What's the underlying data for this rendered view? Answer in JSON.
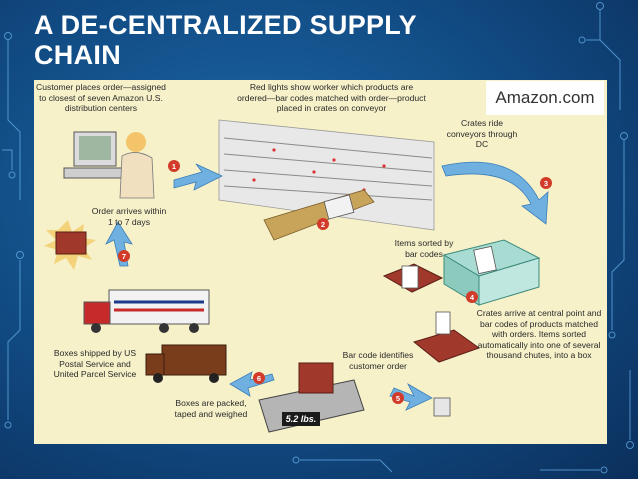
{
  "slide": {
    "title": "A DE-CENTRALIZED SUPPLY CHAIN"
  },
  "figure": {
    "brand_label": "Amazon.com",
    "captions": {
      "order_placed": "Customer places order—assigned to closest of seven Amazon U.S. distribution centers",
      "red_lights": "Red lights show worker which products are ordered—bar codes matched with order—product placed in crates on conveyor",
      "crates_ride": "Crates ride conveyors through DC",
      "items_sorted": "Items sorted by bar codes",
      "crates_arrive": "Crates arrive at central point and bar codes of products matched with orders. Items sorted automatically into one of several thousand chutes, into a box",
      "bar_code": "Bar code identifies customer order",
      "boxes_packed": "Boxes are packed, taped and weighed",
      "boxes_shipped": "Boxes shipped by US Postal Service and United Parcel Service",
      "order_arrives": "Order arrives within 1 to 7 days"
    },
    "scale_readout": "5.2 lbs.",
    "step_numbers": [
      "1",
      "2",
      "3",
      "4",
      "5",
      "6",
      "7"
    ],
    "colors": {
      "slide_background": "#114a82",
      "figure_background": "#f6f1c9",
      "arrow": "#6fb0e0",
      "step_marker": "#d23a2a",
      "box": "#a0392c",
      "crate": "#a8dcd2"
    }
  }
}
